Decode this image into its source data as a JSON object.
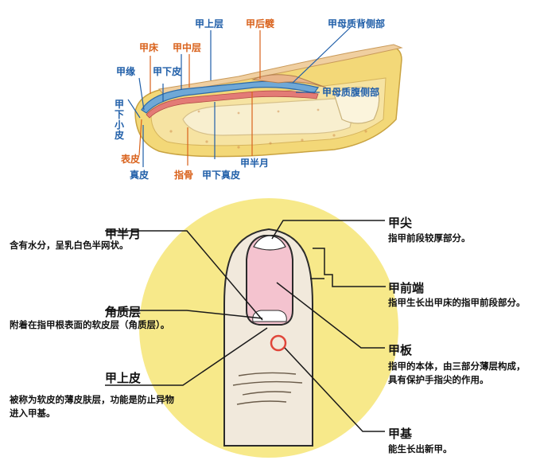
{
  "top_diagram": {
    "labels": {
      "jia_shang_ceng": "甲上层",
      "jia_hou_bi": "甲后襞",
      "jia_mu_zhi_bei_ce": "甲母质背侧部",
      "jia_chuang": "甲床",
      "jia_zhong_ceng": "甲中层",
      "jia_yuan": "甲缘",
      "jia_xia_pi": "甲下皮",
      "jia_mu_zhi_fu_ce": "甲母质腹侧部",
      "jia_xia_xiao_pi": "甲下小皮",
      "biao_pi": "表皮",
      "zhen_pi": "真皮",
      "zhi_gu": "指骨",
      "jia_xia_zhen_pi": "甲下真皮",
      "jia_ban_yue": "甲半月"
    },
    "colors": {
      "blue": "#1f5ea8",
      "orange": "#d9621c"
    }
  },
  "bottom_diagram": {
    "left": [
      {
        "title": "甲半月",
        "desc": "含有水分，呈乳白色半网状。"
      },
      {
        "title": "角质层",
        "desc": "附着在指甲根表面的软皮层（角质层）。"
      },
      {
        "title": "甲上皮",
        "desc": "被称为软皮的薄皮肤层，功能是防止异物进入甲基。"
      }
    ],
    "right": [
      {
        "title": "甲尖",
        "desc": "指甲前段较厚部分。"
      },
      {
        "title": "甲前端",
        "desc": "指甲生长出甲床的指甲前段部分。"
      },
      {
        "title": "甲板",
        "desc": "指甲的本体，由三部分薄层构成，具有保护手指尖的作用。"
      },
      {
        "title": "甲基",
        "desc": "能生长出新甲。"
      }
    ],
    "colors": {
      "circle": "#f7e98a",
      "skin": "#f1e9dc",
      "nail": "#f4c3cf",
      "marker": "#e0463a"
    }
  }
}
